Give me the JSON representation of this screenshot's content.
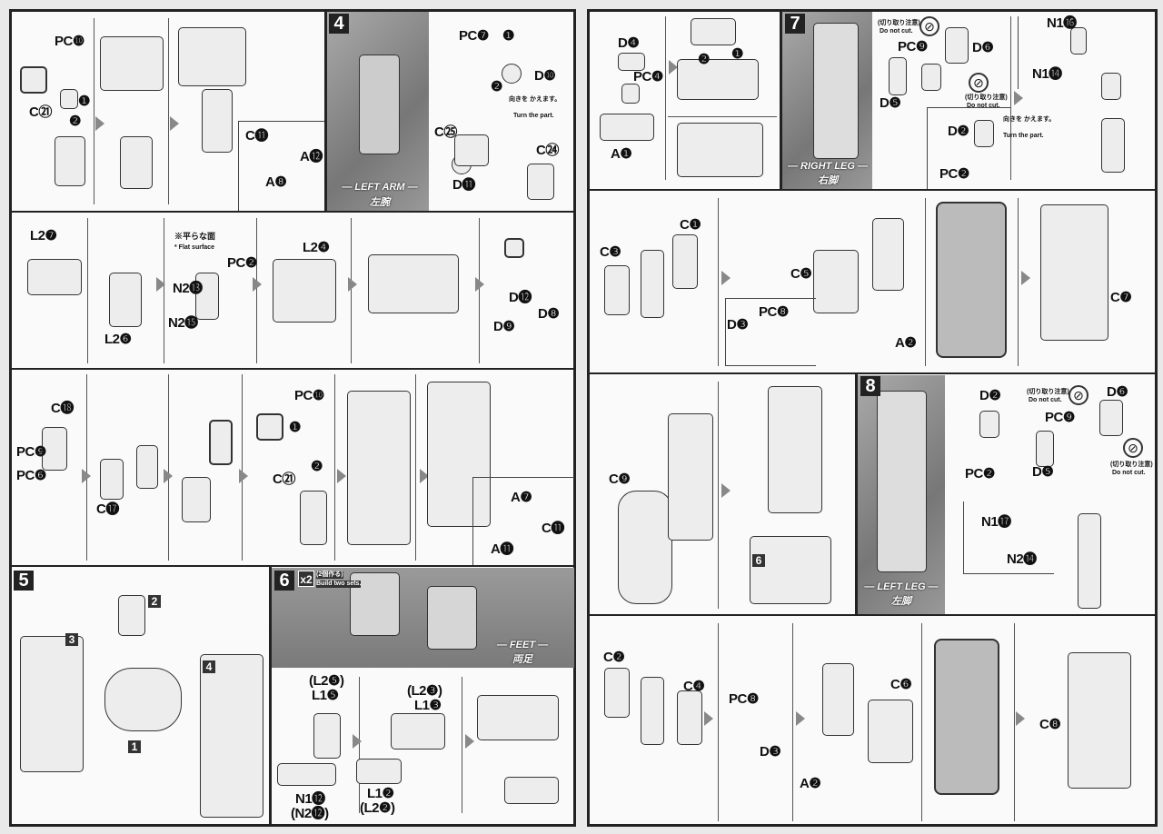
{
  "left_page": {
    "panel_a": [
      "PC❿",
      "C㉑",
      "❶",
      "❷",
      "C⓫",
      "A⓬",
      "A❽"
    ],
    "step4": {
      "number": "4",
      "labels": [
        "PC❼",
        "❶",
        "❷",
        "D⓫",
        "D❿",
        "C㉕",
        "C㉔"
      ],
      "turn_jp": "向きを かえます。",
      "turn_en": "Turn the part.",
      "banner": "— LEFT ARM —",
      "banner_jp": "左腕"
    },
    "row2": {
      "labels": [
        "L2❼",
        "L2❻",
        "N2⓭",
        "PC❷",
        "N2⓯",
        "L2❹",
        "D⓬",
        "D❾",
        "D❽"
      ],
      "flat_jp": "※平らな面",
      "flat_en": "* Flat surface"
    },
    "row3": [
      "C⓲",
      "PC❾",
      "PC❻",
      "C⓱",
      "PC❿",
      "C㉑",
      "❶",
      "❷",
      "A❼",
      "C⓫",
      "A⓫"
    ],
    "step5": {
      "number": "5",
      "boxes": [
        "2",
        "3",
        "4",
        "1"
      ]
    },
    "step6": {
      "number": "6",
      "multiplier": "x2",
      "multiplier_jp": "(2個作る)",
      "multiplier_en": "Build two sets.",
      "banner": "— FEET —",
      "banner_jp": "両足",
      "labels": [
        "(L2❺)",
        "L1❺",
        "N1⓬",
        "(N2⓬)",
        "(L2❸)",
        "L1❸",
        "L1❷",
        "(L2❷)"
      ]
    }
  },
  "right_page": {
    "row1": [
      "D❹",
      "PC❹",
      "A❶",
      "❷",
      "❶"
    ],
    "step7": {
      "number": "7",
      "banner": "— RIGHT LEG —",
      "banner_jp": "右脚",
      "nocut_jp": "(切り取り注意)",
      "nocut_en": "Do not cut.",
      "labels": [
        "PC❾",
        "D❻",
        "D❺",
        "D❷",
        "PC❷",
        "N1⓰",
        "N1⓮"
      ],
      "turn_jp": "向きを かえます。",
      "turn_en": "Turn the part."
    },
    "row2": [
      "C❶",
      "C❸",
      "C❺",
      "D❸",
      "PC❽",
      "A❷",
      "C❼"
    ],
    "row3": {
      "labels": [
        "C❾"
      ],
      "box": "6"
    },
    "step8": {
      "number": "8",
      "banner": "— LEFT LEG —",
      "banner_jp": "左脚",
      "nocut_jp": "(切り取り注意)",
      "nocut_en": "Do not cut.",
      "labels": [
        "D❷",
        "PC❷",
        "PC❾",
        "D❻",
        "D❺",
        "N1⓱",
        "N2⓮"
      ]
    },
    "row4": [
      "C❷",
      "C❹",
      "PC❽",
      "D❸",
      "C❻",
      "A❷",
      "C❽"
    ]
  }
}
